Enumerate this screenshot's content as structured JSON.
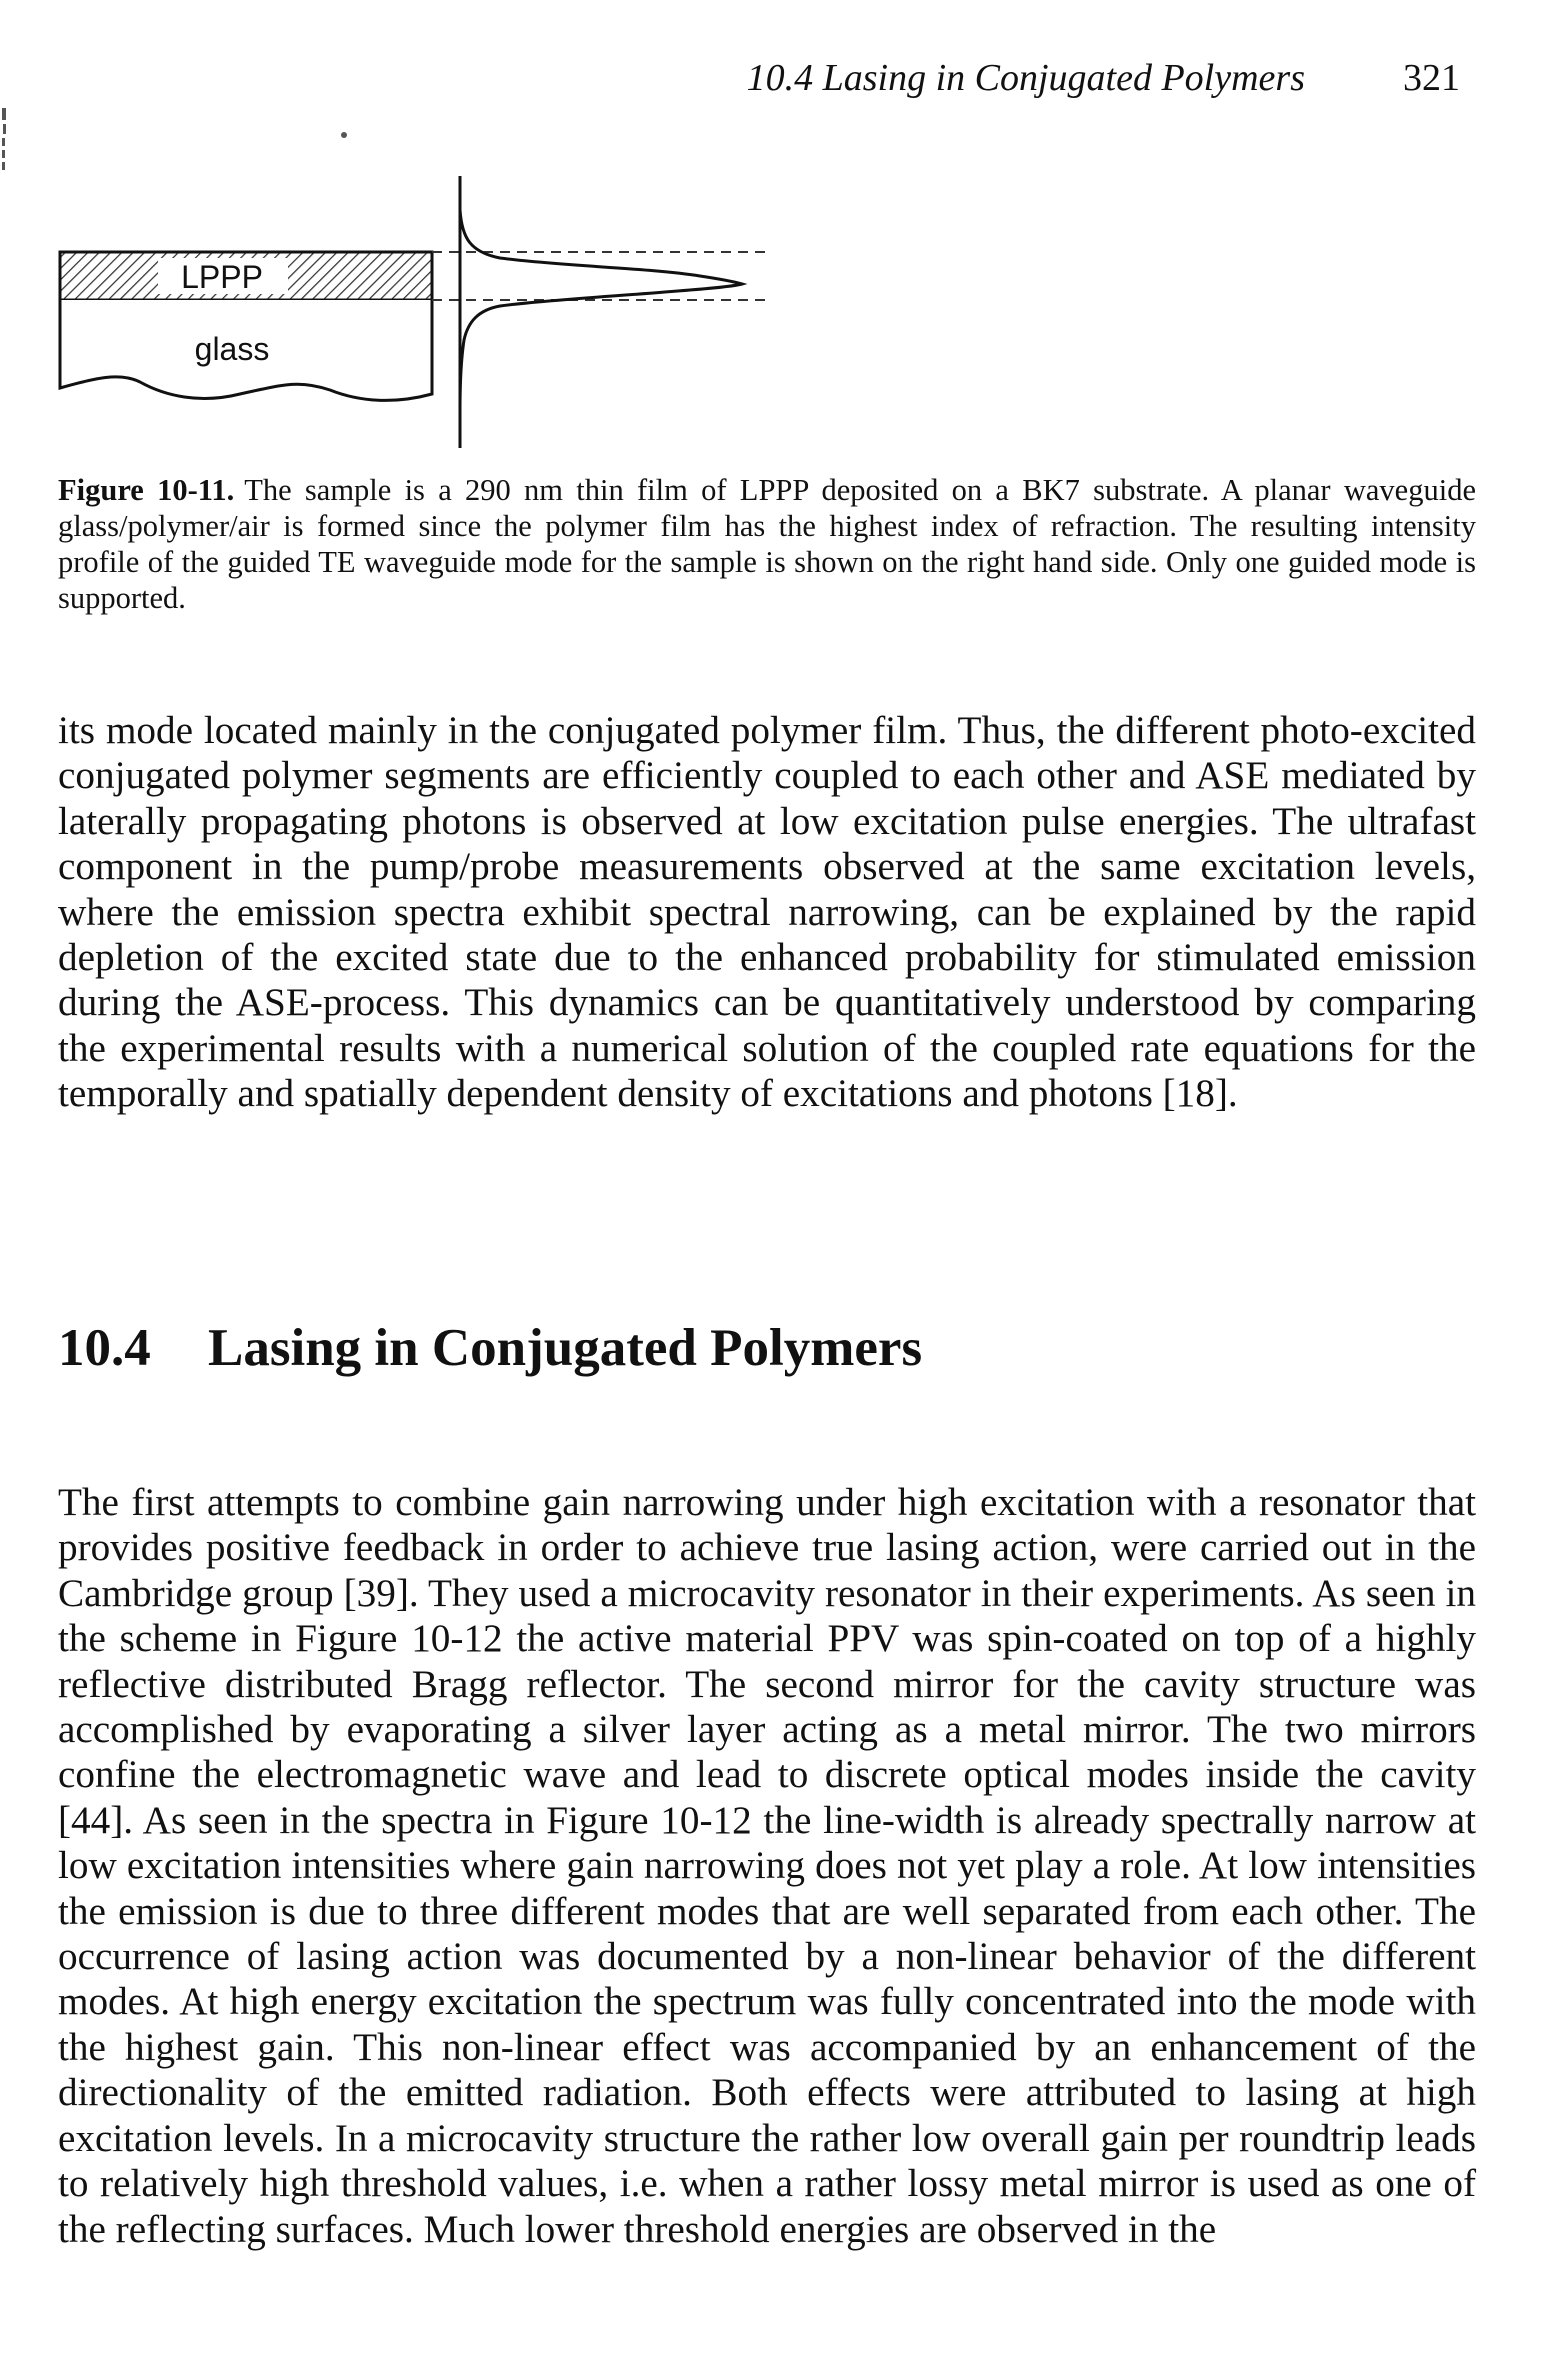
{
  "running_head": {
    "title": "10.4 Lasing in Conjugated Polymers",
    "page_number": "321"
  },
  "figure": {
    "layer_label": "LPPP",
    "substrate_label": "glass",
    "caption_label": "Figure 10-11.",
    "caption_text": "The sample is a 290 nm thin film of LPPP deposited on a BK7 substrate. A planar waveguide glass/polymer/air is formed since the polymer film has the highest index of refraction. The resulting intensity profile of the guided TE waveguide mode for the sample is shown on the right hand side. Only one guided mode is supported."
  },
  "paragraphs": {
    "p1": "its mode located mainly in the conjugated polymer film. Thus, the different photo-excited conjugated polymer segments are efficiently coupled to each other and ASE mediated by laterally propagating photons is observed at low excitation pulse energies. The ultrafast component in the pump/probe measurements observed at the same excitation levels, where the emission spectra exhibit spectral narrowing, can be explained by the rapid depletion of the excited state due to the enhanced probability for stimulated emission during the ASE-process. This dynamics can be quantitatively understood by comparing the experimental results with a numerical solution of the coupled rate equations for the temporally and spatially dependent density of excitations and photons [18].",
    "p2": "The first attempts to combine gain narrowing under high excitation with a resonator that provides positive feedback in order to achieve true lasing action, were carried out in the Cambridge group [39]. They used a microcavity resonator in their experiments. As seen in the scheme in Figure 10-12 the active material PPV was spin-coated on top of a highly reflective distributed Bragg reflector. The second mirror for the cavity structure was accomplished by evaporating a silver layer acting as a metal mirror. The two mirrors confine the electromagnetic wave and lead to discrete optical modes inside the cavity [44]. As seen in the spectra in Figure 10-12 the line-width is already spectrally narrow at low excitation intensities where gain narrowing does not yet play a role. At low intensities the emission is due to three different modes that are well separated from each other. The occurrence of lasing action was documented by a non-linear behavior of the different modes. At high energy excitation the spectrum was fully concentrated into the mode with the highest gain. This non-linear effect was accompanied by an enhancement of the directionality of the emitted radiation. Both effects were attributed to lasing at high excitation levels. In a microcavity structure the rather low overall gain per roundtrip leads to relatively high threshold values, i.e. when a rather lossy metal mirror is used as one of the reflecting surfaces. Much lower threshold energies are observed in the"
  },
  "section": {
    "number": "10.4",
    "title": "Lasing in Conjugated Polymers"
  }
}
